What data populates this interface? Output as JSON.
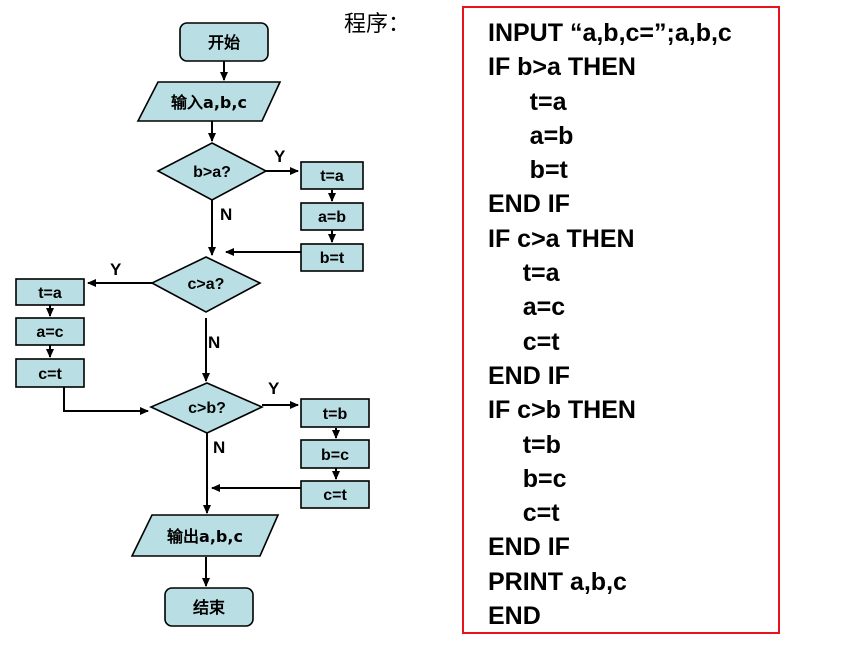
{
  "program_label": "程序：",
  "flowchart": {
    "start": "开始",
    "input": "输入a,b,c",
    "decisions": [
      "b>a?",
      "c>a?",
      "c>b?"
    ],
    "branch1": [
      "t=a",
      "a=b",
      "b=t"
    ],
    "branch2": [
      "t=a",
      "a=c",
      "c=t"
    ],
    "branch3": [
      "t=b",
      "b=c",
      "c=t"
    ],
    "output": "输出a,b,c",
    "end": "结束",
    "yes_label": "Y",
    "no_label": "N"
  },
  "code": [
    "INPUT “a,b,c=”;a,b,c",
    "IF b>a THEN",
    "      t=a",
    "      a=b",
    "      b=t",
    "END IF",
    "IF c>a THEN",
    "     t=a",
    "     a=c",
    "     c=t",
    "END IF",
    "IF c>b THEN",
    "     t=b",
    "     b=c",
    "     c=t",
    "END IF",
    "PRINT a,b,c",
    "END"
  ],
  "colors": {
    "shape_fill": "#b9dfe4",
    "code_border": "#e8141c"
  }
}
